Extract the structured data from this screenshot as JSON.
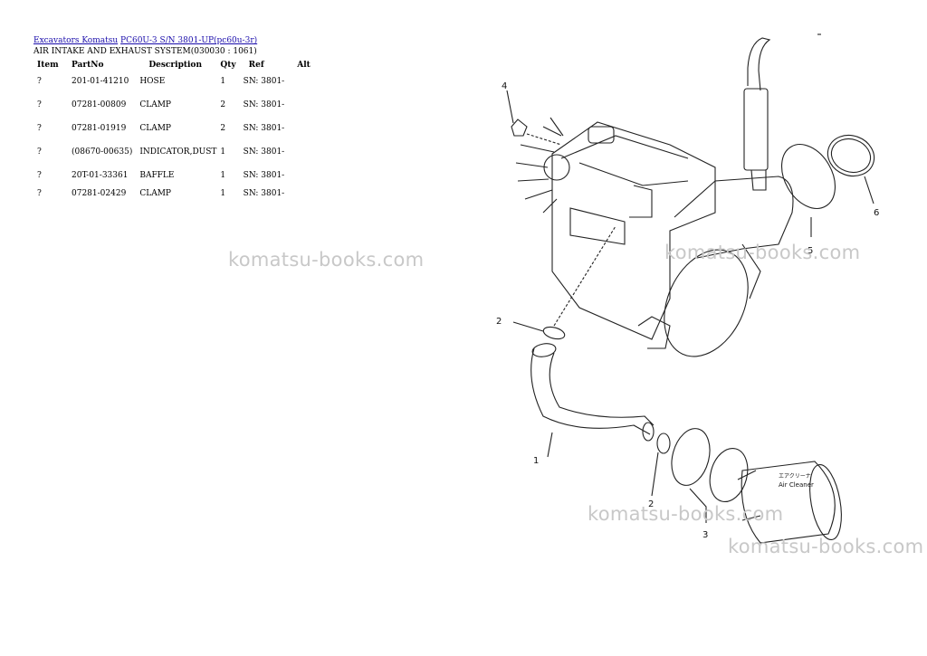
{
  "breadcrumb": {
    "link1": "Excavators Komatsu",
    "link2": "PC60U-3 S/N 3801-UP(pc60u-3r)"
  },
  "section_title": "AIR INTAKE AND EXHAUST SYSTEM(030030 : 1061)",
  "table": {
    "headers": {
      "item": "Item",
      "partno": "PartNo",
      "description": "Description",
      "qty": "Qty",
      "ref": "Ref",
      "alt": "Alt"
    },
    "rows": [
      {
        "item": "?",
        "partno": "201-01-41210",
        "description": "HOSE",
        "qty": "1",
        "ref": "SN: 3801-",
        "alt": ""
      },
      {
        "item": "?",
        "partno": "07281-00809",
        "description": "CLAMP",
        "qty": "2",
        "ref": "SN: 3801-",
        "alt": ""
      },
      {
        "item": "?",
        "partno": "07281-01919",
        "description": "CLAMP",
        "qty": "2",
        "ref": "SN: 3801-",
        "alt": ""
      },
      {
        "item": "?",
        "partno": "(08670-00635)",
        "description": "INDICATOR,DUST",
        "qty": "1",
        "ref": "SN: 3801-",
        "alt": ""
      },
      {
        "item": "?",
        "partno": "20T-01-33361",
        "description": "BAFFLE",
        "qty": "1",
        "ref": "SN: 3801-",
        "alt": ""
      },
      {
        "item": "?",
        "partno": "07281-02429",
        "description": "CLAMP",
        "qty": "1",
        "ref": "SN: 3801-",
        "alt": ""
      }
    ]
  },
  "watermark": "komatsu-books.com",
  "diagram": {
    "callouts": [
      "1",
      "2",
      "2",
      "3",
      "4",
      "5",
      "6"
    ],
    "air_cleaner_jp": "エアクリーナ",
    "air_cleaner_en": "Air Cleaner"
  }
}
